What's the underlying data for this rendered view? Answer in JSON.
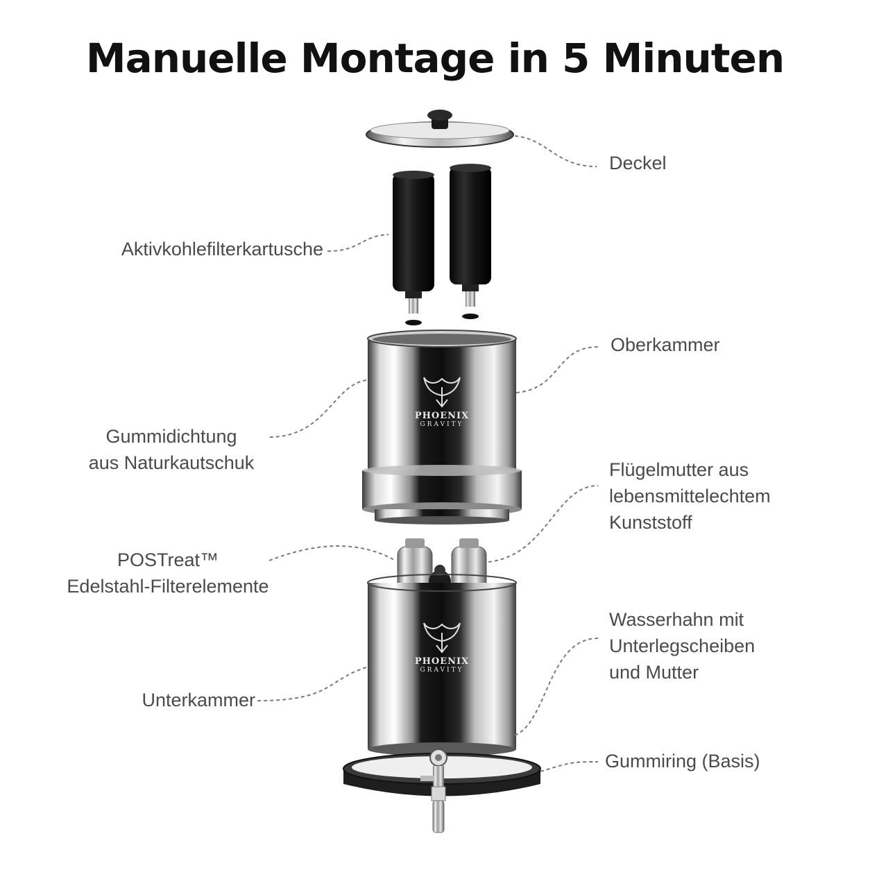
{
  "title": "Manuelle Montage in 5 Minuten",
  "brand": {
    "name": "PHOENIX",
    "sub": "GRAVITY"
  },
  "labels": {
    "deckel": "Deckel",
    "aktivkohle": "Aktivkohlefilterkartusche",
    "oberkammer": "Oberkammer",
    "gummidichtung": [
      "Gummidichtung",
      "aus Naturkautschuk"
    ],
    "fluegelmutter": [
      "Flügelmutter aus",
      "lebensmittelechtem",
      "Kunststoff"
    ],
    "postreat": [
      "POSTreat™",
      "Edelstahl-Filterelemente"
    ],
    "wasserhahn": [
      "Wasserhahn mit",
      "Unterlegscheiben",
      "und Mutter"
    ],
    "unterkammer": "Unterkammer",
    "gummiring": "Gummiring (Basis)"
  },
  "icons": [
    "phoenix-logo-icon"
  ]
}
